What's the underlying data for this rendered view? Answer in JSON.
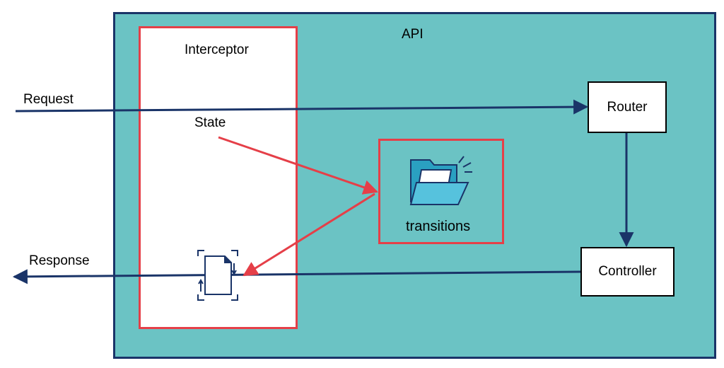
{
  "diagram": {
    "container_label": "API",
    "interceptor_label": "Interceptor",
    "state_label": "State",
    "request_label": "Request",
    "response_label": "Response",
    "router_label": "Router",
    "controller_label": "Controller",
    "transitions_label": "transitions"
  },
  "colors": {
    "container_fill": "#6bc3c4",
    "container_border": "#1a3468",
    "highlight_border": "#e53f48",
    "flow_arrow": "#1a3468",
    "state_arrow": "#e53f48"
  },
  "icons": [
    "folder-transitions-icon",
    "document-refresh-icon"
  ]
}
